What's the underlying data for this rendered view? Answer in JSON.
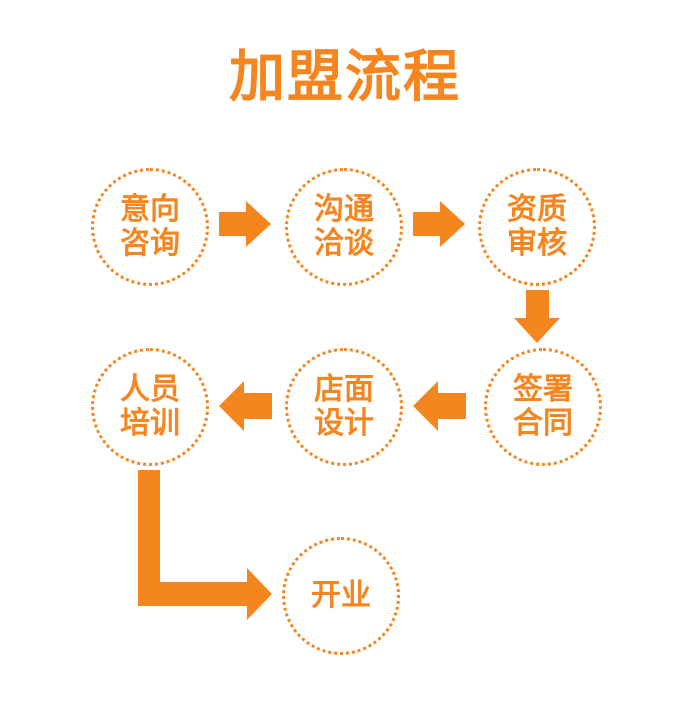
{
  "title": "加盟流程",
  "accent_color": "#f5861f",
  "steps": [
    {
      "line1": "意向",
      "line2": "咨询"
    },
    {
      "line1": "沟通",
      "line2": "洽谈"
    },
    {
      "line1": "资质",
      "line2": "审核"
    },
    {
      "line1": "签署",
      "line2": "合同"
    },
    {
      "line1": "店面",
      "line2": "设计"
    },
    {
      "line1": "人员",
      "line2": "培训"
    },
    {
      "line1": "开业"
    }
  ]
}
